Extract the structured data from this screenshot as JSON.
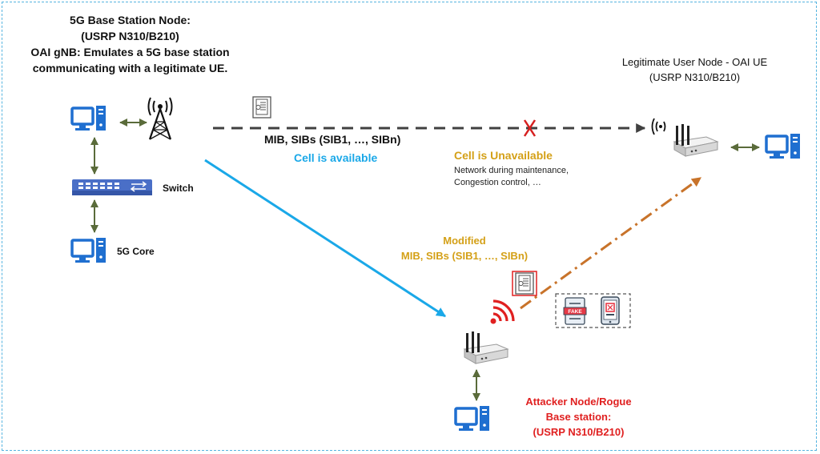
{
  "base_station": {
    "lines": [
      "5G Base Station Node:",
      "(USRP N310/B210)",
      "OAI gNB: Emulates a 5G base station",
      "communicating with a legitimate UE."
    ]
  },
  "ue": {
    "lines": [
      "Legitimate User Node - OAI UE",
      "(USRP N310/B210)"
    ]
  },
  "switch_label": "Switch",
  "core_label": "5G Core",
  "legit_broadcast": {
    "message": "MIB, SIBs (SIB1, …,  SIBn)",
    "status": "Cell is available"
  },
  "unavailable": {
    "title": "Cell is Unavailable",
    "reasons": [
      "Network during maintenance,",
      "Congestion control, …"
    ]
  },
  "modified_broadcast": {
    "lines": [
      "Modified",
      "MIB, SIBs (SIB1, …,  SIBn)"
    ]
  },
  "attacker": {
    "lines": [
      "Attacker Node/Rogue",
      "Base station:",
      "(USRP N310/B210)"
    ]
  },
  "fake_badge": "FAKE",
  "colors": {
    "computer_blue": "#1f6fd0",
    "link_green": "#5a6b3a",
    "dark_arrow": "#404040",
    "attack_arrow": "#c8732a",
    "legit_cyan": "#1aa8e8",
    "status_cyan": "#1aa8e8",
    "orange_text": "#d4a017",
    "attacker_red": "#e02020",
    "signal_red": "#e02020",
    "x_mark_red": "#d62020",
    "frame_dash": "#56b4e0"
  },
  "icons": [
    "computer-icon",
    "cell-tower-icon",
    "network-switch-icon",
    "usrp-radio-icon",
    "document-icon",
    "fake-document-icon",
    "phone-icon",
    "wifi-signal-icon"
  ]
}
